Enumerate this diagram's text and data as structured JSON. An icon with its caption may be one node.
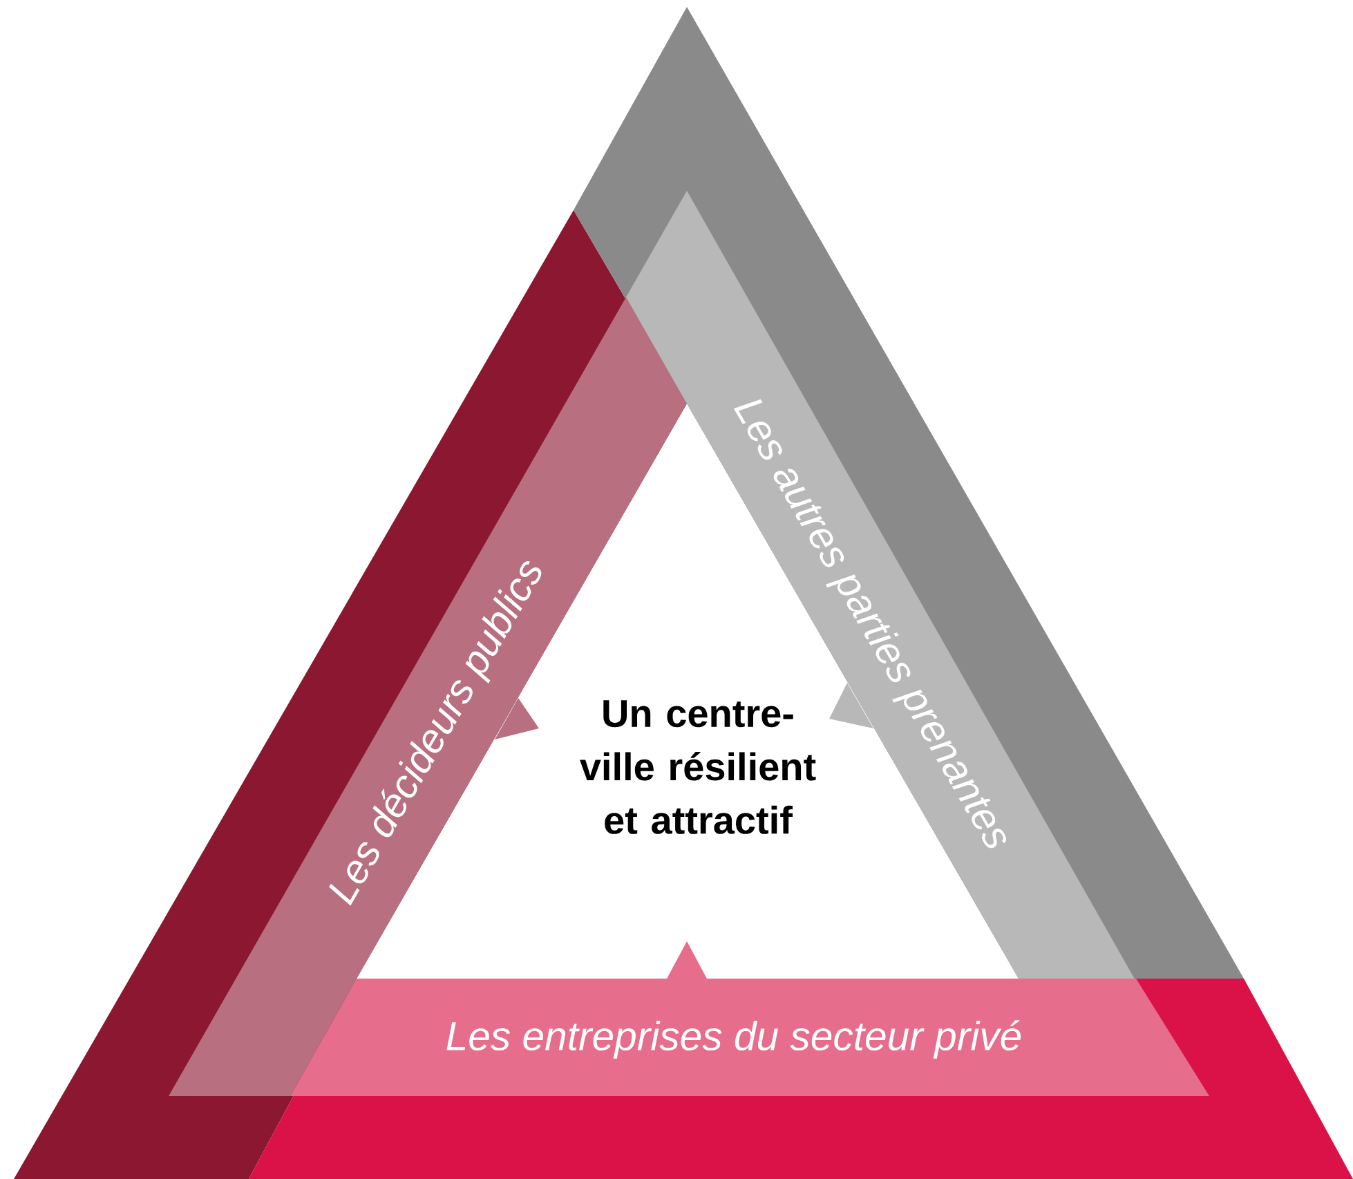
{
  "diagram": {
    "nodes": [
      {
        "text": [
          "Un centre-ville résilient et attractif"
        ]
      },
      {
        "text": [
          "Les décideurs publics"
        ]
      },
      {
        "text": [
          "Les autres parties prenantes"
        ]
      },
      {
        "text": [
          "Les entreprises du secteur privé"
        ]
      }
    ]
  }
}
